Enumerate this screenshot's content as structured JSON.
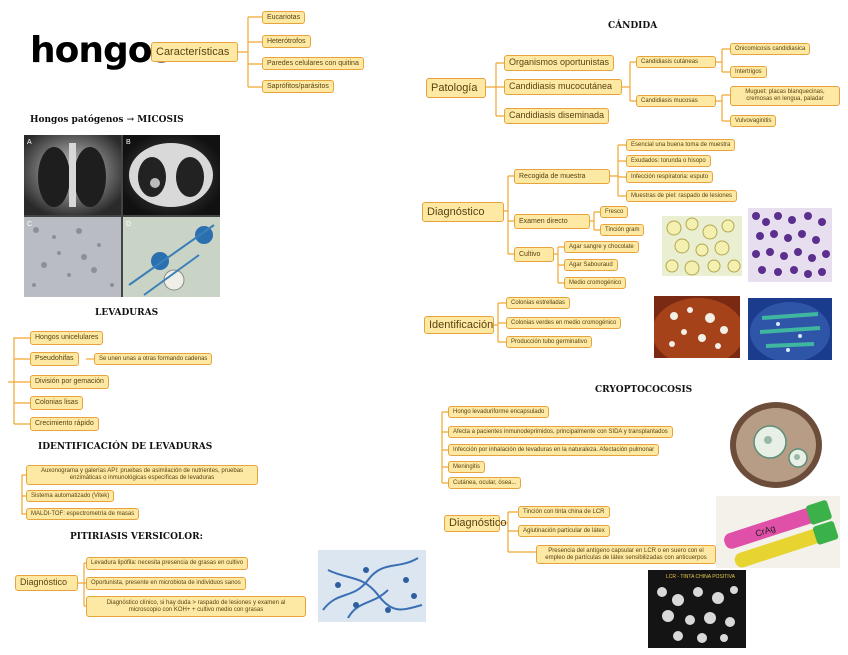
{
  "hongos": {
    "title": "hongos",
    "caracteristicas_label": "Características",
    "caracteristicas": [
      "Eucariotas",
      "Heterótrofos",
      "Paredes celulares con quitina",
      "Saprófitos/parásitos"
    ]
  },
  "patogenos": {
    "heading_start": "Hongos patógenos",
    "arrow": "→",
    "heading_end": "MICOSIS",
    "panel_labels": [
      "A",
      "B",
      "C",
      "D"
    ]
  },
  "levaduras": {
    "heading": "LEVADURAS",
    "items": [
      "Hongos unicelulares",
      "Pseudohifas",
      "División por gemación",
      "Colonias lisas",
      "Crecimiento rápido"
    ],
    "pseudohifas_note": "Se unen unas a otras formando cadenas"
  },
  "identificacion_levaduras": {
    "heading": "IDENTIFICACIÓN DE LEVADURAS",
    "items": [
      "Auxonograma y galerías API: pruebas de asimilación de nutrientes, pruebas enzimáticas o inmunológicas específicas de levaduras",
      "Sistema automatizado (Vitek)",
      "MALDI-TOF: espectrometría de masas"
    ]
  },
  "pitiriasis": {
    "heading": "PITIRIASIS VERSICOLOR:",
    "label": "Diagnóstico",
    "items": [
      "Levadura lipófila: necesita presencia de grasas en cultivo",
      "Oportunista, presente en microbiota de individuos sanos",
      "Diagnóstico clínico, si hay duda > raspado de lesiones y examen al microscopio con KOH+ + cultivo medio con grasas"
    ]
  },
  "candida": {
    "heading": "CÁNDIDA",
    "patologia_label": "Patología",
    "patologia": [
      "Organismos oportunistas",
      "Candidiasis mucocutánea",
      "Candidiasis diseminada"
    ],
    "cutaneas_label": "Candidiasis cutáneas",
    "cutaneas": [
      "Onicomicosis candidiasica",
      "Intertrigos"
    ],
    "mucosas_label": "Candidiasis mucosas",
    "mucosas": [
      "Muguet: placas blanquecinas, cremosas en lengua, paladar",
      "Vulvovaginitis"
    ],
    "diagnostico_label": "Diagnóstico",
    "recogida_label": "Recogida de muestra",
    "recogida": [
      "Esencial una buena toma de muestra",
      "Exudados: torunda o hisopo",
      "Infección respiratoria: esputo",
      "Muestras de piel: raspado de lesiones"
    ],
    "examen_label": "Examen directo",
    "examen": [
      "Fresco",
      "Tinción gram"
    ],
    "cultivo_label": "Cultivo",
    "cultivo": [
      "Agar sangre y chocolate",
      "Agar Sabouraud",
      "Medio cromogénico"
    ],
    "identificacion_label": "Identificación",
    "identificacion": [
      "Colonias estrelladas",
      "Colonias verdes en medio cromogénico",
      "Producción tubo germinativo"
    ]
  },
  "cryptococosis": {
    "heading": "CRYOPTOCOCOSIS",
    "items": [
      "Hongo levaduriforme encapsulado",
      "Afecta a pacientes inmunodeprimidos, principalmente con SIDA y transplantados",
      "Infección por inhalación de levaduras en la naturaleza. Afectación pulmonar",
      "Meningitis",
      "Cutánea, ocular, ósea..."
    ],
    "diagnostico_label": "Diagnóstico",
    "diagnostico": [
      "Tinción con tinta china de LCR",
      "Aglutinación particular de látex",
      "Presencia del antígeno capsular en LCR o en suero con el empleo de partículas de látex sensibilizadas con anticuerpos"
    ],
    "tube_label": "CrAg",
    "image_caption": "LCR - TINTA CHINA POSITIVA"
  },
  "colors": {
    "box_fill": "#fde9a3",
    "box_border": "#e8a33c",
    "line": "#f0a830"
  }
}
